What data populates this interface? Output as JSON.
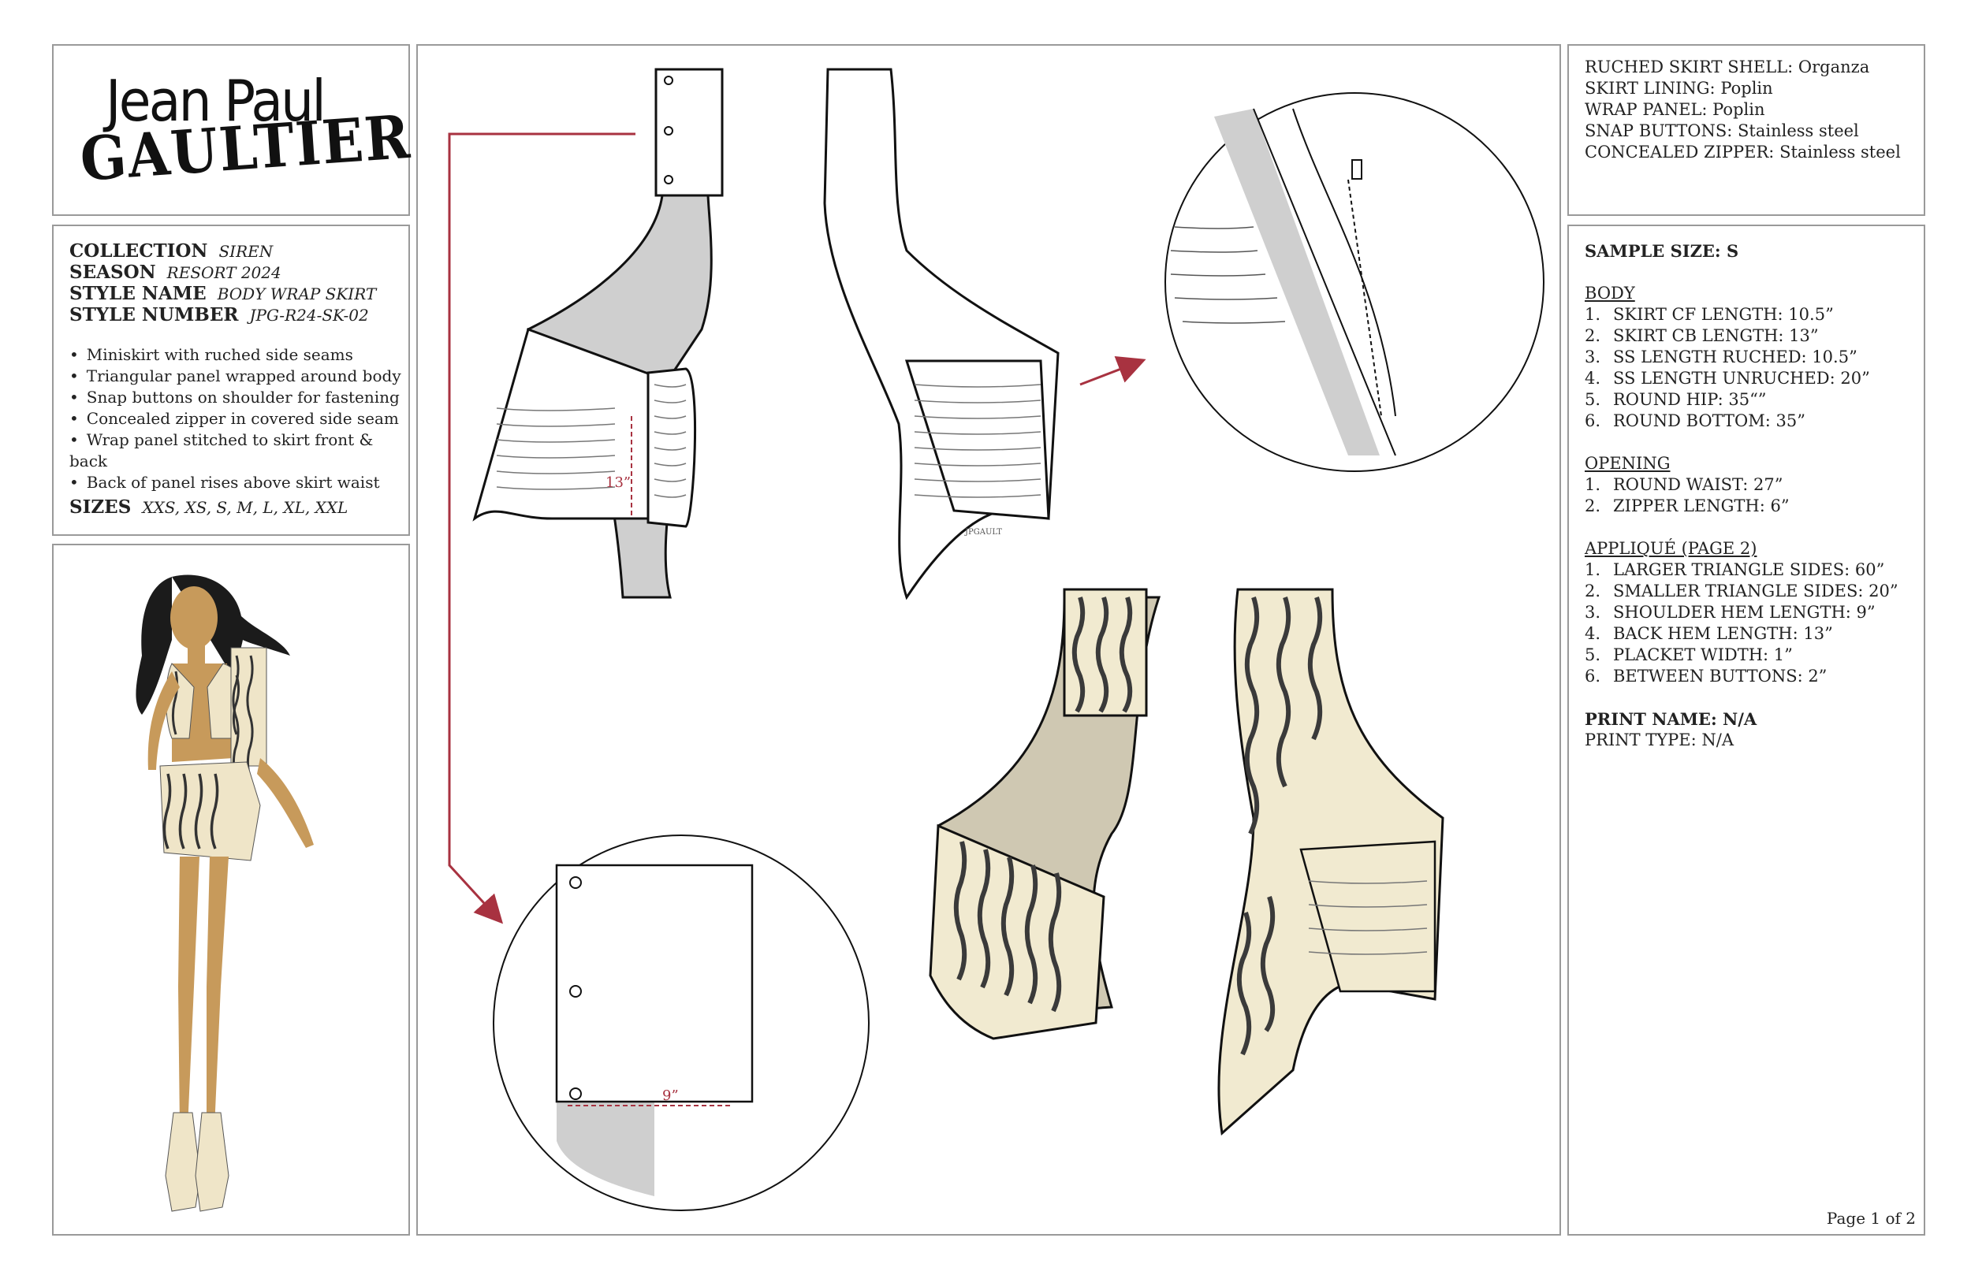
{
  "brand": {
    "line1": "Jean Paul",
    "line2": "GAULTIER"
  },
  "info": {
    "collection_label": "COLLECTION",
    "collection": "SIREN",
    "season_label": "SEASON",
    "season": "RESORT 2024",
    "style_name_label": "STYLE NAME",
    "style_name": "BODY WRAP SKIRT",
    "style_number_label": "STYLE NUMBER",
    "style_number": "JPG-R24-SK-02",
    "features": [
      "Miniskirt with ruched side seams",
      "Triangular panel wrapped around body",
      "Snap buttons on shoulder for fastening",
      "Concealed zipper in covered side seam",
      "Wrap panel stitched to skirt front & back",
      "Back of panel rises above skirt waist"
    ],
    "sizes_label": "SIZES",
    "sizes": "XXS, XS, S, M, L, XL, XXL"
  },
  "materials": [
    {
      "label": "RUCHED SKIRT SHELL:",
      "value": "Organza"
    },
    {
      "label": "SKIRT LINING:",
      "value": "Poplin"
    },
    {
      "label": "WRAP PANEL:",
      "value": "Poplin"
    },
    {
      "label": "SNAP BUTTONS:",
      "value": "Stainless steel"
    },
    {
      "label": "CONCEALED ZIPPER:",
      "value": "Stainless steel"
    }
  ],
  "specs": {
    "sample_size": "SAMPLE SIZE: S",
    "body_heading": "BODY",
    "body": [
      {
        "n": "1.",
        "text": "SKIRT CF LENGTH: 10.5”"
      },
      {
        "n": "2.",
        "text": "SKIRT CB LENGTH: 13”"
      },
      {
        "n": "3.",
        "text": "SS LENGTH RUCHED:  10.5”"
      },
      {
        "n": "4.",
        "text": "SS LENGTH UNRUCHED: 20”"
      },
      {
        "n": "5.",
        "text": "ROUND HIP: 35“”"
      },
      {
        "n": "6.",
        "text": "ROUND BOTTOM: 35”"
      }
    ],
    "opening_heading": "OPENING",
    "opening": [
      {
        "n": "1.",
        "text": "ROUND WAIST: 27”"
      },
      {
        "n": "2.",
        "text": "ZIPPER LENGTH: 6”"
      }
    ],
    "applique_heading": "APPLIQUÉ (PAGE 2)",
    "applique": [
      {
        "n": "1.",
        "text": "LARGER TRIANGLE SIDES: 60”"
      },
      {
        "n": "2.",
        "text": "SMALLER TRIANGLE SIDES: 20”"
      },
      {
        "n": "3.",
        "text": "SHOULDER HEM LENGTH: 9”"
      },
      {
        "n": "4.",
        "text": "BACK HEM LENGTH: 13”"
      },
      {
        "n": "5.",
        "text": "PLACKET WIDTH: 1”"
      },
      {
        "n": "6.",
        "text": "BETWEEN BUTTONS: 2”"
      }
    ],
    "print_name": "PRINT NAME: N/A",
    "print_type": "PRINT TYPE: N/A"
  },
  "drawing": {
    "measure_back": "13”",
    "measure_shoulder": "9”",
    "label_tag": "JPGAULT"
  },
  "page": "Page 1 of 2",
  "colors": {
    "accent": "#a83240",
    "panel_border": "#9a9a9a",
    "lining": "#cfcfcf",
    "print_cream": "#f1ead0",
    "print_stripe": "#3a3a3a",
    "back_lining": "#cfc8b2"
  }
}
